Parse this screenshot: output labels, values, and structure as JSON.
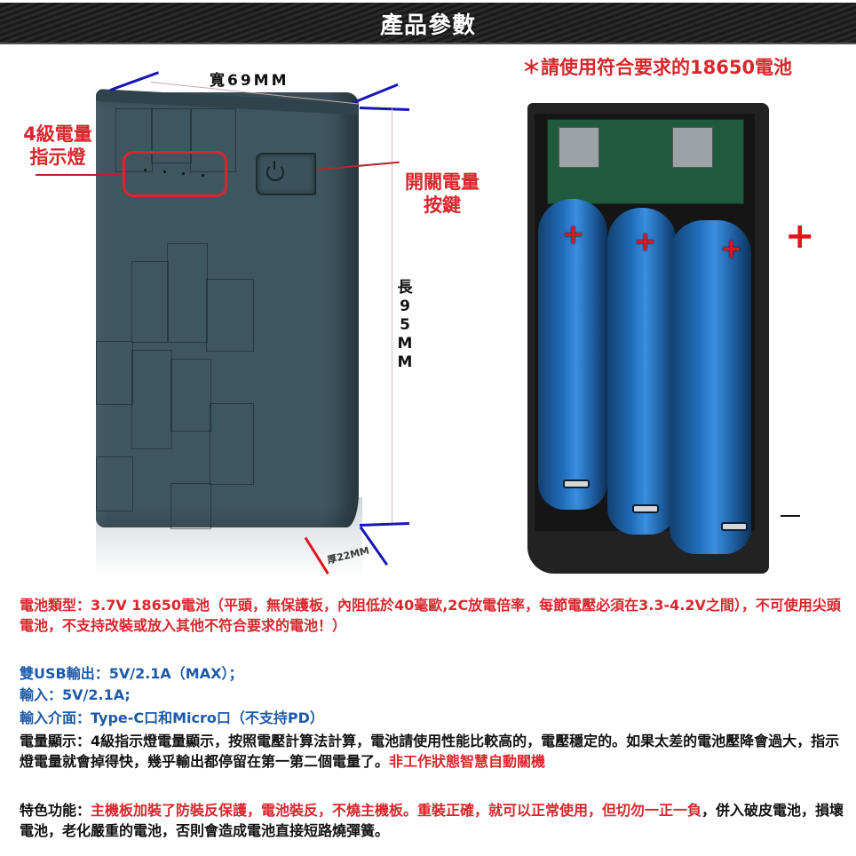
{
  "header": {
    "title": "產品參數"
  },
  "product_diagram": {
    "width_label": "寬69MM",
    "length_label": "長95MM",
    "thickness_label": "厚22MM",
    "indicator_label_line1": "4級電量",
    "indicator_label_line2": "指示燈",
    "switch_label_line1": "開關電量",
    "switch_label_line2": "按鍵",
    "icons": [
      "power-icon"
    ]
  },
  "battery_diagram": {
    "warning": "＊請使用符合要求的18650電池",
    "plus_symbol": "+",
    "minus_symbol": "−",
    "cell_count": 3
  },
  "specs": {
    "battery_type": "電池類型：3.7V 18650電池（平頭，無保護板，內阻低於40毫歐,2C放電倍率，每節電壓必須在3.3-4.2V之間），不可使用尖頭電池，不支持改裝或放入其他不符合要求的電池！）",
    "usb_output": "雙USB輸出：5V/2.1A（MAX）；",
    "input": "輸入：5V/2.1A;",
    "input_interface": "輸入介面：Type-C口和Micro口（不支持PD）",
    "display_label": "電量顯示：",
    "display_text": "4級指示燈電量顯示，按照電壓計算法計算，電池請使用性能比較高的，電壓穩定的。如果太差的電池壓降會過大，指示燈電量就會掉得快，幾乎輸出都停留在第一第二個電量了。",
    "display_red": "非工作狀態智慧自動關機",
    "feature_label": "特色功能：",
    "feature_red": "主機板加裝了防裝反保護，電池裝反，不燒主機板。重裝正確，就可以正常使用，但切勿一正一負",
    "feature_black": "，併入破皮電池，損壞電池，老化嚴重的電池，否則會造成電池直接短路燒彈簧。"
  },
  "colors": {
    "accent_red": "#d9262c",
    "spec_blue": "#1e5aa8",
    "body_gray": "#3e5660",
    "banner": "#1f1f1f"
  }
}
